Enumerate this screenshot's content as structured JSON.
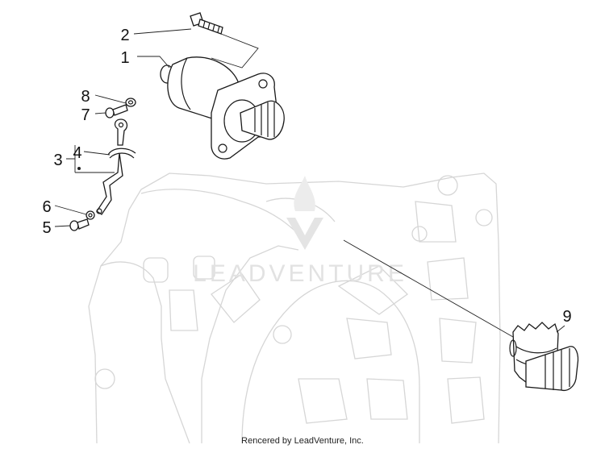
{
  "watermark": {
    "text": "LEADVENTURE"
  },
  "footer": {
    "text": "Rencered by LeadVenture, Inc."
  },
  "callouts": [
    {
      "id": "callout-2",
      "label": "2"
    },
    {
      "id": "callout-1",
      "label": "1"
    },
    {
      "id": "callout-8",
      "label": "8"
    },
    {
      "id": "callout-7",
      "label": "7"
    },
    {
      "id": "callout-3",
      "label": "3"
    },
    {
      "id": "callout-4",
      "label": "4"
    },
    {
      "id": "callout-6",
      "label": "6"
    },
    {
      "id": "callout-5",
      "label": "5"
    },
    {
      "id": "callout-9",
      "label": "9"
    }
  ]
}
